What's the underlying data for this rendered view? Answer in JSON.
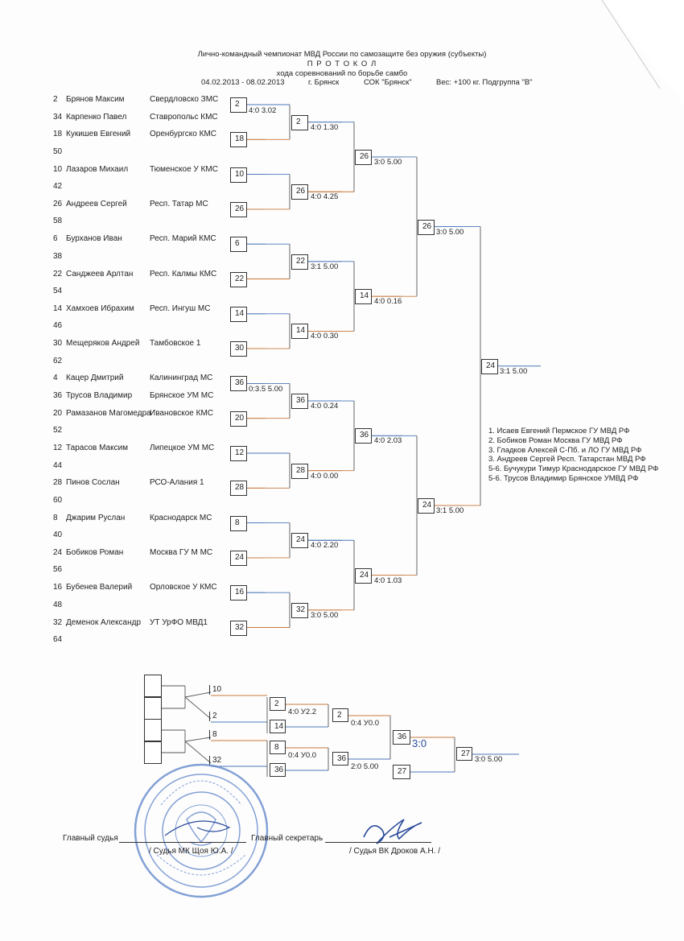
{
  "header": {
    "title": "Лично-командный чемпионат МВД России по самозащите без оружия (субъекты)",
    "protocol": "П Р О Т О К О Л",
    "subtitle": "хода соревнований по борьбе самбо",
    "dates": "04.02.2013 - 08.02.2013",
    "city": "г. Брянск",
    "venue": "СОК \"Брянск\"",
    "category": "Вес: +100 кг. Подгруппа \"В\""
  },
  "participants": [
    {
      "num": "2",
      "name": "Брянов Максим",
      "region": "Свердловско ЗМС",
      "opp_num": "34",
      "opp_name": "Карпенко Павел",
      "opp_region": "Ставропольс КМС"
    },
    {
      "num": "18",
      "name": "Кукишев Евгений",
      "region": "Оренбургско КМС",
      "opp_num": "50",
      "opp_name": "",
      "opp_region": ""
    },
    {
      "num": "10",
      "name": "Лазаров Михаил",
      "region": "Тюменское У КМС",
      "opp_num": "42",
      "opp_name": "",
      "opp_region": ""
    },
    {
      "num": "26",
      "name": "Андреев Сергей",
      "region": "Респ. Татар  МС",
      "opp_num": "58",
      "opp_name": "",
      "opp_region": ""
    },
    {
      "num": "6",
      "name": "Бурханов Иван",
      "region": "Респ. Марий  КМС",
      "opp_num": "38",
      "opp_name": "",
      "opp_region": ""
    },
    {
      "num": "22",
      "name": "Санджеев Арлтан",
      "region": "Респ. Калмы  КМС",
      "opp_num": "54",
      "opp_name": "",
      "opp_region": ""
    },
    {
      "num": "14",
      "name": "Хамхоев Ибрахим",
      "region": "Респ. Ингуш  МС",
      "opp_num": "46",
      "opp_name": "",
      "opp_region": ""
    },
    {
      "num": "30",
      "name": "Мещеряков Андрей",
      "region": "Тамбовское  1",
      "opp_num": "62",
      "opp_name": "",
      "opp_region": ""
    },
    {
      "num": "4",
      "name": "Кацер Дмитрий",
      "region": "Калининград МС",
      "opp_num": "36",
      "opp_name": "Трусов Владимир",
      "opp_region": "Брянское УМ МС"
    },
    {
      "num": "20",
      "name": "Рамазанов Магомедра",
      "region": "Ивановское   КМС",
      "opp_num": "52",
      "opp_name": "",
      "opp_region": ""
    },
    {
      "num": "12",
      "name": "Тарасов Максим",
      "region": "Липецкое УМ МС",
      "opp_num": "44",
      "opp_name": "",
      "opp_region": ""
    },
    {
      "num": "28",
      "name": "Пинов Сослан",
      "region": "РСО-Алания  1",
      "opp_num": "60",
      "opp_name": "",
      "opp_region": ""
    },
    {
      "num": "8",
      "name": "Джарим Руслан",
      "region": "Краснодарск МС",
      "opp_num": "40",
      "opp_name": "",
      "opp_region": ""
    },
    {
      "num": "24",
      "name": "Бобиков Роман",
      "region": "Москва ГУ М  МС",
      "opp_num": "56",
      "opp_name": "",
      "opp_region": ""
    },
    {
      "num": "16",
      "name": "Бубенев Валерий",
      "region": "Орловское У  КМС",
      "opp_num": "48",
      "opp_name": "",
      "opp_region": ""
    },
    {
      "num": "32",
      "name": "Деменок Александр",
      "region": "УТ УрФО МВД1",
      "opp_num": "64",
      "opp_name": "",
      "opp_region": ""
    }
  ],
  "round1": [
    {
      "winner": "2",
      "result": "4:0 3.02"
    },
    {
      "winner": "18",
      "result": ""
    },
    {
      "winner": "10",
      "result": ""
    },
    {
      "winner": "26",
      "result": ""
    },
    {
      "winner": "6",
      "result": ""
    },
    {
      "winner": "22",
      "result": ""
    },
    {
      "winner": "14",
      "result": ""
    },
    {
      "winner": "30",
      "result": ""
    },
    {
      "winner": "36",
      "result": "0:3.5 5.00"
    },
    {
      "winner": "20",
      "result": ""
    },
    {
      "winner": "12",
      "result": ""
    },
    {
      "winner": "28",
      "result": ""
    },
    {
      "winner": "8",
      "result": ""
    },
    {
      "winner": "24",
      "result": ""
    },
    {
      "winner": "16",
      "result": ""
    },
    {
      "winner": "32",
      "result": ""
    }
  ],
  "round2": [
    {
      "winner": "2",
      "result": "4:0 1.30"
    },
    {
      "winner": "26",
      "result": "4:0 4.25"
    },
    {
      "winner": "22",
      "result": "3:1 5.00"
    },
    {
      "winner": "14",
      "result": "4:0 0.30"
    },
    {
      "winner": "36",
      "result": "4:0 0.24"
    },
    {
      "winner": "28",
      "result": "4:0 0.00"
    },
    {
      "winner": "24",
      "result": "4:0 2.20"
    },
    {
      "winner": "32",
      "result": "3:0 5.00"
    }
  ],
  "round3": [
    {
      "winner": "26",
      "result": "3:0 5.00"
    },
    {
      "winner": "14",
      "result": "4:0 0.16"
    },
    {
      "winner": "36",
      "result": "4:0 2.03"
    },
    {
      "winner": "24",
      "result": "4:0 1.03"
    }
  ],
  "round4": [
    {
      "winner": "26",
      "result": "3:0 5.00"
    },
    {
      "winner": "24",
      "result": "3:1 5.00"
    }
  ],
  "final": {
    "winner": "24",
    "result": "3:1 5.00"
  },
  "standings": [
    "1. Исаев Евгений Пермское ГУ МВД РФ",
    "2. Бобиков Роман Москва ГУ МВД РФ",
    "3. Гладков Алексей С-Пб. и ЛО ГУ МВД РФ",
    "3. Андреев Сергей Респ. Татарстан МВД РФ",
    "5-6. Бучукури Тимур Краснодарское ГУ МВД РФ",
    "5-6. Трусов Владимир Брянское УМВД РФ"
  ],
  "repechage": {
    "entries": [
      "10",
      "2",
      "8",
      "32"
    ],
    "r1": [
      {
        "top": "2",
        "bottom": "14",
        "result": "4:0 У2.2"
      },
      {
        "top": "8",
        "bottom": "36",
        "result": "0:4 У0.0"
      }
    ],
    "r2": [
      {
        "top": "2",
        "result": "0:4 У0.0"
      },
      {
        "top": "36",
        "result": "2:0 5.00"
      }
    ],
    "r3": [
      {
        "top": "36",
        "result": "3:0"
      },
      {
        "top": "27",
        "result": ""
      }
    ],
    "final": {
      "winner": "27",
      "result": "3:0 5.00"
    }
  },
  "signatures": {
    "chief_judge_label": "Главный судья",
    "chief_judge_name": "/ Судья МК Щоя Ю.А. /",
    "chief_secretary_label": "Главный секретарь",
    "chief_secretary_name": "/ Судья ВК Дроков А.Н. /"
  },
  "colors": {
    "orange_line": "#c8783c",
    "blue_line": "#4a78b8",
    "stamp": "#5a82c8",
    "ink": "#222222"
  }
}
